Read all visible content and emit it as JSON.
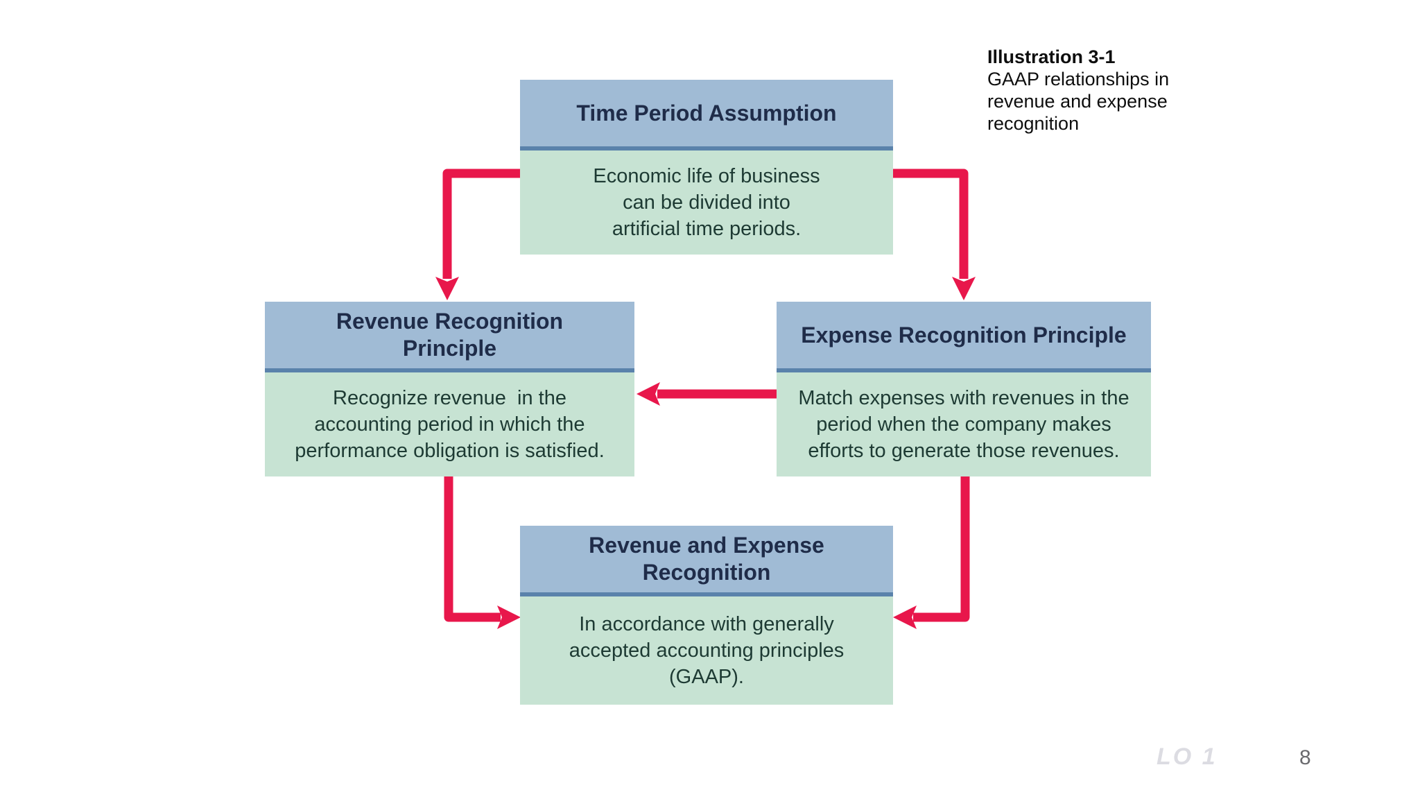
{
  "slide": {
    "caption": {
      "title": "Illustration 3-1",
      "lines": [
        "GAAP relationships in",
        "revenue and expense",
        "recognition"
      ]
    },
    "footer": {
      "learning_objective": "LO 1",
      "page_number": "8"
    }
  },
  "diagram": {
    "nodes": {
      "time_period": {
        "title_lines": [
          "Time Period Assumption"
        ],
        "body_lines": [
          "Economic life of business",
          "can be divided into",
          "artificial time periods."
        ]
      },
      "revenue_recognition": {
        "title_lines": [
          "Revenue Recognition",
          "Principle"
        ],
        "body_lines": [
          "Recognize revenue  in the",
          "accounting period in which the",
          "performance obligation is satisfied."
        ]
      },
      "expense_recognition": {
        "title_lines": [
          "Expense Recognition Principle"
        ],
        "body_lines": [
          "Match expenses with revenues in the",
          "period when the company makes",
          "efforts to generate those revenues."
        ]
      },
      "revenue_expense": {
        "title_lines": [
          "Revenue and Expense",
          "Recognition"
        ],
        "body_lines": [
          "In accordance with generally",
          "accepted accounting principles",
          "(GAAP)."
        ]
      }
    },
    "connections": [
      {
        "from": "Time Period Assumption",
        "to": "Revenue Recognition Principle"
      },
      {
        "from": "Time Period Assumption",
        "to": "Expense Recognition Principle"
      },
      {
        "from": "Expense Recognition Principle",
        "to": "Revenue Recognition Principle"
      },
      {
        "from": "Revenue Recognition Principle",
        "to": "Revenue and Expense Recognition"
      },
      {
        "from": "Expense Recognition Principle",
        "to": "Revenue and Expense Recognition"
      }
    ]
  },
  "colors": {
    "header_bg": "#a0bbd5",
    "header_text": "#1f2c49",
    "divider": "#5a82ab",
    "body_bg": "#c7e3d3",
    "body_text": "#1d3a33",
    "arrow": "#e8174b",
    "caption_text": "#0e0e0e",
    "lo_marker": "#dcdce2",
    "page_number": "#6a6a6e",
    "background": "#ffffff"
  }
}
